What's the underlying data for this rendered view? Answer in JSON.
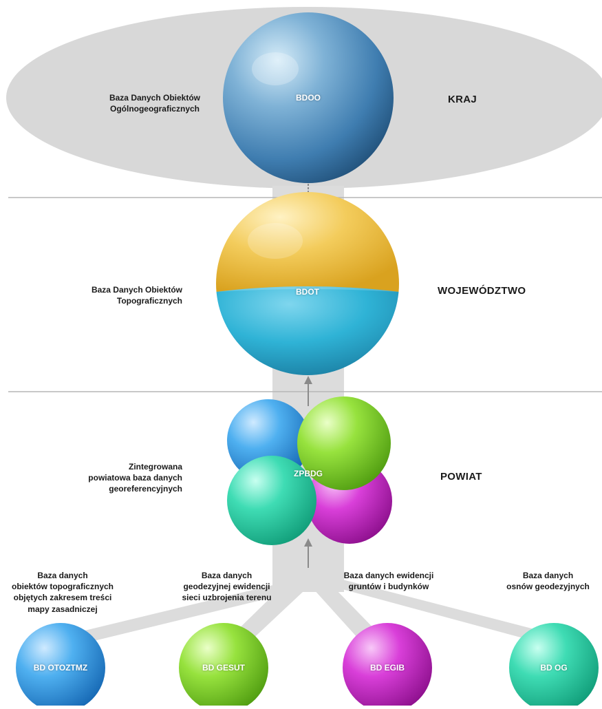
{
  "levels": {
    "kraj": "KRAJ",
    "wojewodztwo": "WOJEWÓDZTWO",
    "powiat": "POWIAT"
  },
  "databases": {
    "bdoo": {
      "code": "BDOO",
      "description": "Baza Danych Obiektów\nOgólnogeograficznych"
    },
    "bdot": {
      "code": "BDOT",
      "description": "Baza Danych Obiektów\nTopograficznych"
    },
    "zpbdg": {
      "code": "ZPBDG",
      "description": "Zintegrowana\npowiatowa baza danych\ngeoreferencyjnych"
    }
  },
  "sources": [
    {
      "code": "BD OTOZTMZ",
      "description": "Baza danych\nobiektów topograficznych\nobjętych zakresem treści\nmapy zasadniczej",
      "color": "#2a8fd8"
    },
    {
      "code": "BD GESUT",
      "description": "Baza danych\ngeodezyjnej ewidencji\nsieci uzbrojenia terenu",
      "color": "#7ed321"
    },
    {
      "code": "BD EGIB",
      "description": "Baza danych ewidencji\ngruntów i budynków",
      "color": "#c81ec8"
    },
    {
      "code": "BD OG",
      "description": "Baza danych\nosnów geodezyjnych",
      "color": "#1fc9a0"
    }
  ],
  "colors": {
    "background_ellipse": "#d8d8d8",
    "connector": "#dcdcdc",
    "divider": "#b5b5b5",
    "arrow": "#8a8a8a",
    "bdoo_sphere": "#3f7db0",
    "bdot_top": "#f0c24a",
    "bdot_bottom": "#2fb3d6",
    "zpbdg_blue": "#2a8fd8",
    "zpbdg_green": "#7ed321",
    "zpbdg_magenta": "#c81ec8",
    "zpbdg_teal": "#1fc9a0"
  }
}
